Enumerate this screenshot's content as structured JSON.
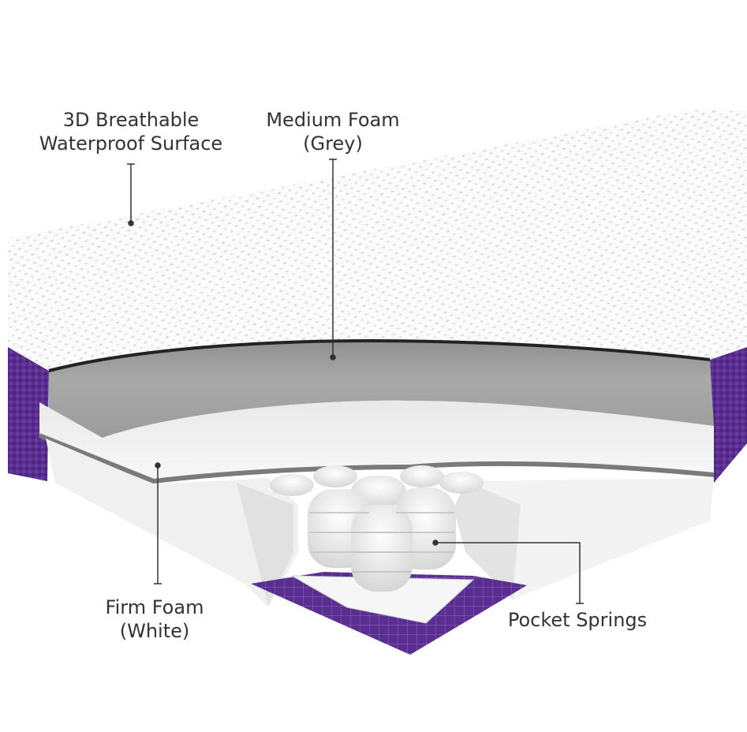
{
  "labels": {
    "surface": {
      "line1": "3D Breathable",
      "line2": "Waterproof Surface"
    },
    "medium": {
      "line1": "Medium Foam",
      "line2": "(Grey)"
    },
    "firm": {
      "line1": "Firm Foam",
      "line2": "(White)"
    },
    "springs": {
      "line1": "Pocket Springs"
    }
  },
  "colors": {
    "fabric": "#fbfbfb",
    "fabric_dots": "#d9d9d9",
    "purple": "#5a2d91",
    "medium_foam": "#a5a5a5",
    "firm_foam": "#f2f2f2",
    "leader": "#333333"
  }
}
